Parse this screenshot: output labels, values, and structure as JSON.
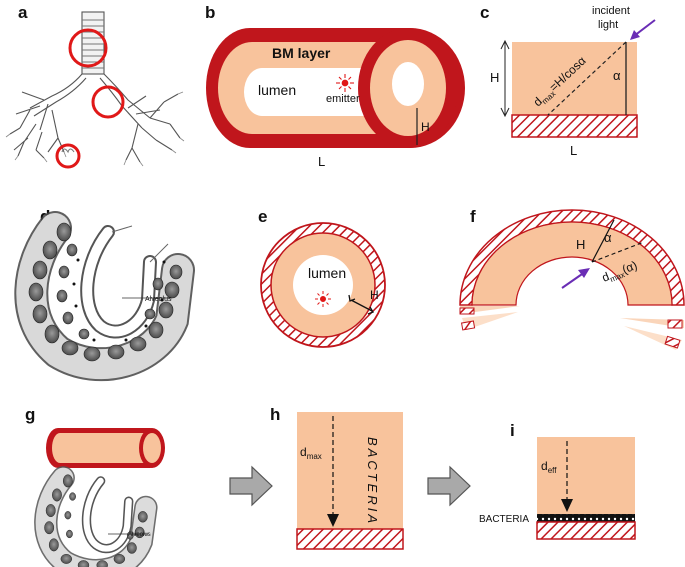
{
  "panels": {
    "a": "a",
    "b": "b",
    "c": "c",
    "d": "d",
    "e": "e",
    "f": "f",
    "g": "g",
    "h": "h",
    "i": "i"
  },
  "b": {
    "bm_layer": "BM layer",
    "lumen": "lumen",
    "emitter": "emitter",
    "H": "H",
    "L": "L"
  },
  "c": {
    "incident_line1": "incident",
    "incident_line2": "light",
    "H": "H",
    "d_main": "d",
    "d_sub": "max",
    "d_rest": "=H/cosα",
    "alpha": "α",
    "L": "L"
  },
  "d": {
    "alveolus": "Alveolus"
  },
  "e": {
    "lumen": "lumen",
    "H": "H"
  },
  "f": {
    "H": "H",
    "alpha": "α",
    "d_main": "d",
    "d_sub": "max",
    "d_rest": "(α)"
  },
  "g": {
    "alveolus": "Alveolus"
  },
  "h": {
    "d_main": "d",
    "d_sub": "max",
    "bacteria": "BACTERIA"
  },
  "i": {
    "d_main": "d",
    "d_sub": "eff",
    "bacteria": "BACTERIA"
  },
  "colors": {
    "tissue": "#f8c39c",
    "bm_red": "#c0161c",
    "arrow_purple": "#6a2db5",
    "grey_arrow": "#a9a9a9"
  }
}
